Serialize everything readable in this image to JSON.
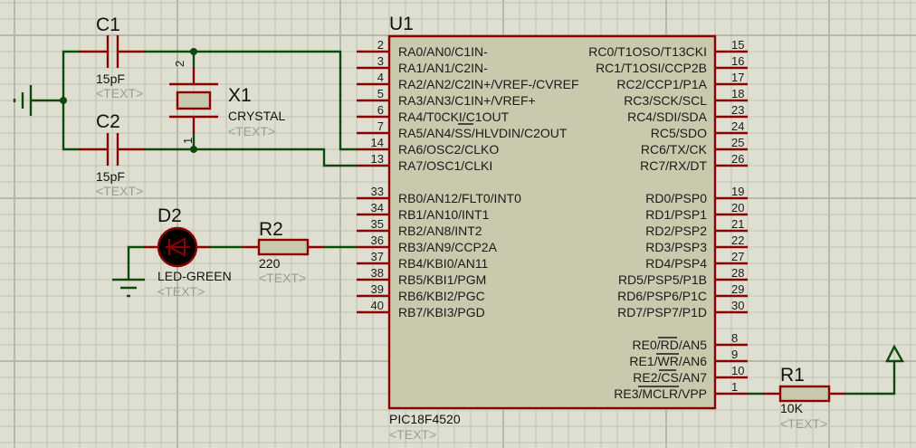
{
  "app": "schematic-capture",
  "colors": {
    "background": "#dfdfd1",
    "grid_minor": "#c2c2b4",
    "grid_major": "#b8b8a8",
    "wire": "#0b4a0b",
    "component_lead": "#8b0000",
    "component_body": "#c9c9ad",
    "placeholder_text": "#9a9a9a"
  },
  "placeholder": "<TEXT>",
  "components": {
    "C1": {
      "ref": "C1",
      "value": "15pF"
    },
    "C2": {
      "ref": "C2",
      "value": "15pF"
    },
    "X1": {
      "ref": "X1",
      "value": "CRYSTAL",
      "pin_top": "2",
      "pin_bottom": "1"
    },
    "D2": {
      "ref": "D2",
      "value": "LED-GREEN"
    },
    "R2": {
      "ref": "R2",
      "value": "220"
    },
    "R1": {
      "ref": "R1",
      "value": "10K"
    },
    "U1": {
      "ref": "U1",
      "value": "PIC18F4520"
    }
  },
  "u1_left_pins": [
    {
      "num": "2",
      "name": "RA0/AN0/C1IN-"
    },
    {
      "num": "3",
      "name": "RA1/AN1/C2IN-"
    },
    {
      "num": "4",
      "name": "RA2/AN2/C2IN+/VREF-/CVREF"
    },
    {
      "num": "5",
      "name": "RA3/AN3/C1IN+/VREF+"
    },
    {
      "num": "6",
      "name": "RA4/T0CKI/C1OUT"
    },
    {
      "num": "7",
      "name": "RA5/AN4/SS/HLVDIN/C2OUT"
    },
    {
      "num": "14",
      "name": "RA6/OSC2/CLKO"
    },
    {
      "num": "13",
      "name": "RA7/OSC1/CLKI"
    },
    {
      "num": "33",
      "name": "RB0/AN12/FLT0/INT0"
    },
    {
      "num": "34",
      "name": "RB1/AN10/INT1"
    },
    {
      "num": "35",
      "name": "RB2/AN8/INT2"
    },
    {
      "num": "36",
      "name": "RB3/AN9/CCP2A"
    },
    {
      "num": "37",
      "name": "RB4/KBI0/AN11"
    },
    {
      "num": "38",
      "name": "RB5/KBI1/PGM"
    },
    {
      "num": "39",
      "name": "RB6/KBI2/PGC"
    },
    {
      "num": "40",
      "name": "RB7/KBI3/PGD"
    }
  ],
  "u1_right_pins": [
    {
      "num": "15",
      "name": "RC0/T1OSO/T13CKI"
    },
    {
      "num": "16",
      "name": "RC1/T1OSI/CCP2B"
    },
    {
      "num": "17",
      "name": "RC2/CCP1/P1A"
    },
    {
      "num": "18",
      "name": "RC3/SCK/SCL"
    },
    {
      "num": "23",
      "name": "RC4/SDI/SDA"
    },
    {
      "num": "24",
      "name": "RC5/SDO"
    },
    {
      "num": "25",
      "name": "RC6/TX/CK"
    },
    {
      "num": "26",
      "name": "RC7/RX/DT"
    },
    {
      "num": "19",
      "name": "RD0/PSP0"
    },
    {
      "num": "20",
      "name": "RD1/PSP1"
    },
    {
      "num": "21",
      "name": "RD2/PSP2"
    },
    {
      "num": "22",
      "name": "RD3/PSP3"
    },
    {
      "num": "27",
      "name": "RD4/PSP4"
    },
    {
      "num": "28",
      "name": "RD5/PSP5/P1B"
    },
    {
      "num": "29",
      "name": "RD6/PSP6/P1C"
    },
    {
      "num": "30",
      "name": "RD7/PSP7/P1D"
    },
    {
      "num": "8",
      "name": "RE0/RD/AN5"
    },
    {
      "num": "9",
      "name": "RE1/WR/AN6"
    },
    {
      "num": "10",
      "name": "RE2/CS/AN7"
    },
    {
      "num": "1",
      "name": "RE3/MCLR/VPP"
    }
  ]
}
